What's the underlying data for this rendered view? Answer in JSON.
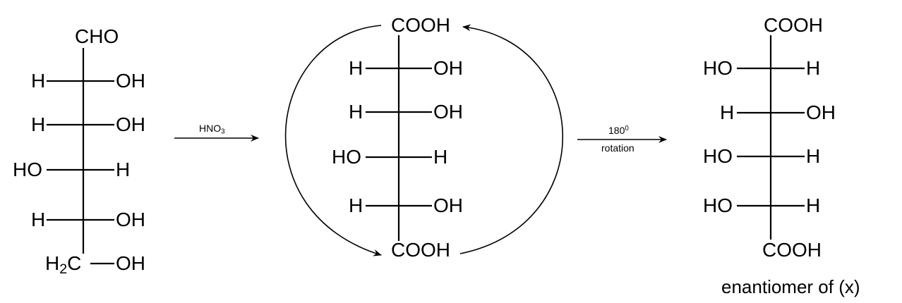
{
  "left": {
    "top": "CHO",
    "rows": [
      {
        "left": "H",
        "right": "OH"
      },
      {
        "left": "H",
        "right": "OH"
      },
      {
        "left": "HO",
        "right": "H"
      },
      {
        "left": "H",
        "right": "OH"
      }
    ],
    "bottom_h": "H",
    "bottom_sub": "2",
    "bottom_c": "C",
    "bottom_right": "OH"
  },
  "arrow1": {
    "reagent": "HNO",
    "reagent_sub": "3"
  },
  "middle": {
    "top": "COOH",
    "bottom": "COOH",
    "rows": [
      {
        "left": "H",
        "right": "OH"
      },
      {
        "left": "H",
        "right": "OH"
      },
      {
        "left": "HO",
        "right": "H"
      },
      {
        "left": "H",
        "right": "OH"
      }
    ]
  },
  "arrow2": {
    "degrees": "180",
    "degrees_sup": "0",
    "word": "rotation"
  },
  "right": {
    "top": "COOH",
    "bottom": "COOH",
    "rows": [
      {
        "left": "HO",
        "right": "H"
      },
      {
        "left": "H",
        "right": "OH"
      },
      {
        "left": "HO",
        "right": "H"
      },
      {
        "left": "HO",
        "right": "H"
      }
    ],
    "caption": "enantiomer of (x)"
  }
}
